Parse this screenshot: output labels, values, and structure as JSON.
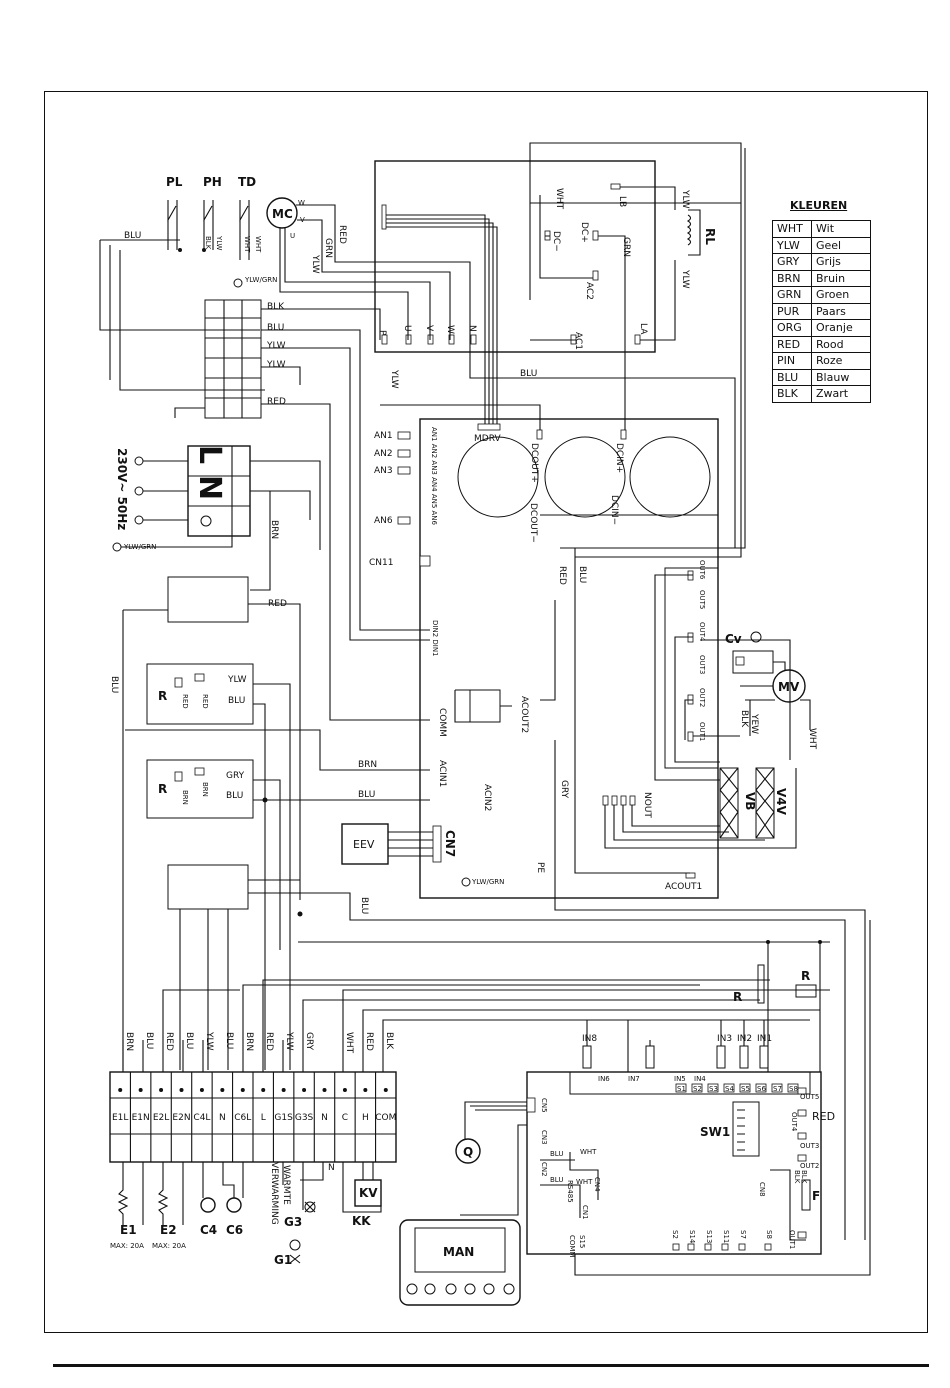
{
  "legend": {
    "title": "KLEUREN",
    "rows": [
      {
        "code": "WHT",
        "name": "Wit"
      },
      {
        "code": "YLW",
        "name": "Geel"
      },
      {
        "code": "GRY",
        "name": "Grijs"
      },
      {
        "code": "BRN",
        "name": "Bruin"
      },
      {
        "code": "GRN",
        "name": "Groen"
      },
      {
        "code": "PUR",
        "name": "Paars"
      },
      {
        "code": "ORG",
        "name": "Oranje"
      },
      {
        "code": "RED",
        "name": "Rood"
      },
      {
        "code": "PIN",
        "name": "Roze"
      },
      {
        "code": "BLU",
        "name": "Blauw"
      },
      {
        "code": "BLK",
        "name": "Zwart"
      }
    ]
  },
  "switches": {
    "pl": "PL",
    "ph": "PH",
    "td": "TD"
  },
  "motor": {
    "mc": "MC",
    "w": "W",
    "v": "V",
    "u": "U",
    "mv": "MV",
    "cv": "Cv"
  },
  "power": {
    "supply": "230V~ 50Hz",
    "l": "L",
    "n": "N",
    "earth": "YLW/GRN"
  },
  "wires": {
    "blu": "BLU",
    "blk": "BLK",
    "ylw": "YLW",
    "red": "RED",
    "brn": "BRN",
    "gry": "GRY",
    "grn": "GRN",
    "wht": "WHT",
    "yew": "YEW",
    "ylw_grn": "YLW/GRN"
  },
  "driver_board": {
    "p": "P",
    "u": "U",
    "v": "V",
    "w": "W",
    "n": "N",
    "ac1": "AC1",
    "ac2": "AC2",
    "dc_minus": "DC−",
    "dc_plus": "DC+",
    "lb": "LB",
    "la": "LA",
    "rl": "RL"
  },
  "main_board": {
    "mdrv": "MDRV",
    "dcout_plus": "DCOUT+",
    "dcin_plus": "DCIN+",
    "dcin_minus": "DCIN−",
    "dcout_minus": "DCOUT−",
    "an1": "AN1",
    "an2": "AN2",
    "an3": "AN3",
    "an6": "AN6",
    "cn11": "CN11",
    "din": "DIN2 DIN1",
    "comm": "COMM",
    "acout2": "ACOUT2",
    "acin1": "ACIN1",
    "acin2": "ACIN2",
    "cn7": "CN7",
    "pe": "PE",
    "acout1": "ACOUT1",
    "nout": "NOUT",
    "eev": "EEV",
    "vb": "VB",
    "v4v": "V4V",
    "out6": "OUT6",
    "out5": "OUT5",
    "out4": "OUT4",
    "out3": "OUT3",
    "out2": "OUT2",
    "out1": "OUT1"
  },
  "relay": {
    "r": "R",
    "red": "RED",
    "brn": "BRN"
  },
  "terminal": {
    "wires": [
      "BRN",
      "BLU",
      "RED",
      "BLU",
      "YLW",
      "BLU",
      "BRN",
      "RED",
      "YLW",
      "GRY",
      "WHT",
      "RED",
      "BLK"
    ],
    "labels": [
      "E1L",
      "E1N",
      "E2L",
      "E2N",
      "C4L",
      "N",
      "C6L",
      "L",
      "G1S",
      "G3S",
      "N",
      "C",
      "H",
      "COM"
    ]
  },
  "loads": {
    "e1": "E1",
    "e2": "E2",
    "e1_max": "MAX: 20A",
    "e2_max": "MAX: 20A",
    "c4": "C4",
    "c6": "C6",
    "g1": "G1",
    "g3": "G3",
    "verwarming": "VERWARMING",
    "warmte": "WARMTE",
    "kv": "KV",
    "kk": "KK"
  },
  "controller": {
    "in8": "IN8",
    "in7": "IN7",
    "in6": "IN6",
    "in5": "IN5",
    "in4": "IN4",
    "in3": "IN3",
    "in2": "IN2",
    "in1": "IN1",
    "sw1": "SW1",
    "cn5": "CN5",
    "cn3": "CN3",
    "cn2": "CN2",
    "cn1": "CN1",
    "cn4": "CN4",
    "cn8": "CN8",
    "rs485": "RS485",
    "s15": "S15",
    "comm": "COMM",
    "out5": "OUT5",
    "out4": "OUT4",
    "out3": "OUT3",
    "out2": "OUT2",
    "out1": "OUT1",
    "f": "F",
    "q": "Q",
    "man": "MAN",
    "s1": "S1",
    "s2": "S2",
    "s3": "S3",
    "s4": "S4",
    "s5": "S5",
    "s6": "S6",
    "s7": "S7",
    "s8": "S8",
    "s11": "S11",
    "s13": "S13",
    "s14": "S14"
  }
}
